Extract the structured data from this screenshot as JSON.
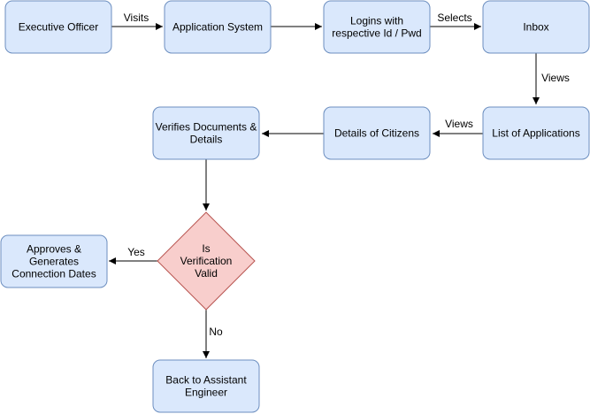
{
  "nodes": {
    "executive_officer": {
      "lines": [
        "Executive Officer"
      ]
    },
    "application_system": {
      "lines": [
        "Application System"
      ]
    },
    "logins": {
      "lines": [
        "Logins with",
        "respective Id / Pwd"
      ]
    },
    "inbox": {
      "lines": [
        "Inbox"
      ]
    },
    "list_of_applications": {
      "lines": [
        "List of Applications"
      ]
    },
    "details_of_citizens": {
      "lines": [
        "Details of Citizens"
      ]
    },
    "verifies_documents": {
      "lines": [
        "Verifies Documents &",
        "Details"
      ]
    },
    "is_verification_valid": {
      "lines": [
        "Is",
        "Verification",
        "Valid"
      ]
    },
    "approves": {
      "lines": [
        "Approves &",
        "Generates",
        "Connection Dates"
      ]
    },
    "back_to_assistant": {
      "lines": [
        "Back to Assistant",
        "Engineer"
      ]
    }
  },
  "edges": {
    "visits": "Visits",
    "selects": "Selects",
    "views_down": "Views",
    "views_left": "Views",
    "yes": "Yes",
    "no": "No"
  },
  "colors": {
    "process_fill": "#dae8fc",
    "process_stroke": "#6c8ebf",
    "decision_fill": "#f8cecc",
    "decision_stroke": "#b85450",
    "edge": "#000000"
  }
}
